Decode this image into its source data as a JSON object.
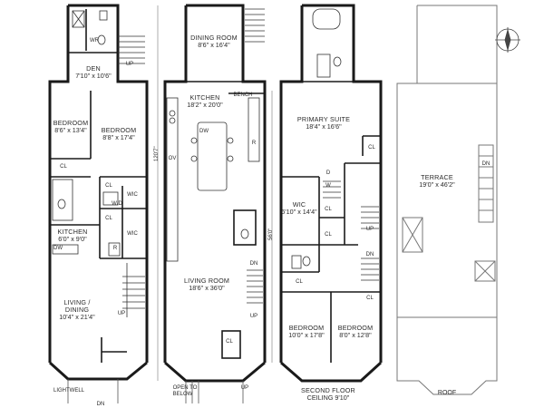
{
  "floors": {
    "garden": {
      "rooms": {
        "den": {
          "name": "DEN",
          "dims": "7'10\" x 10'6\""
        },
        "bedroom_left": {
          "name": "BEDROOM",
          "dims": "8'6\" x 13'4\""
        },
        "bedroom_right": {
          "name": "BEDROOM",
          "dims": "8'8\" x 17'4\""
        },
        "kitchen": {
          "name": "KITCHEN",
          "dims": "6'0\" x 9'0\""
        },
        "living": {
          "name": "LIVING /",
          "name2": "DINING",
          "dims": "10'4\" x 21'4\""
        }
      },
      "tags": {
        "wr": "WR",
        "up": "UP",
        "up2": "UP",
        "cl1": "CL",
        "cl2": "CL",
        "cl3": "CL",
        "wic1": "WIC",
        "wic2": "WIC",
        "wd": "W/D",
        "r": "R",
        "dw": "DW",
        "lightwell": "LIGHTWELL",
        "dn": "DN"
      }
    },
    "parlor": {
      "rooms": {
        "dining": {
          "name": "DINING ROOM",
          "dims": "8'6\" x 16'4\""
        },
        "kitchen": {
          "name": "KITCHEN",
          "dims": "18'2\" x 20'0\""
        },
        "living": {
          "name": "LIVING ROOM",
          "dims": "18'6\" x 36'0\""
        }
      },
      "tags": {
        "bench": "BENCH",
        "dw": "DW",
        "ov": "OV",
        "r": "R",
        "dn": "DN",
        "up": "UP",
        "cl": "CL",
        "up2": "UP",
        "open1": "OPEN TO",
        "open2": "BELOW"
      },
      "dimension": "120'7\""
    },
    "second": {
      "rooms": {
        "primary": {
          "name": "PRIMARY SUITE",
          "dims": "18'4\" x 16'6\""
        },
        "wic": {
          "name": "WIC",
          "dims": "6'10\" x 14'4\""
        },
        "bedroom_left": {
          "name": "BEDROOM",
          "dims": "10'0\" x 17'8\""
        },
        "bedroom_right": {
          "name": "BEDROOM",
          "dims": "8'0\" x 12'8\""
        }
      },
      "tags": {
        "cl1": "CL",
        "cl2": "CL",
        "cl3": "CL",
        "cl4": "CL",
        "cl5": "CL",
        "d": "D",
        "w": "W",
        "up": "UP",
        "dn": "DN"
      },
      "caption": "SECOND FLOOR",
      "caption2": "CEILING 9'10\"",
      "dimension": "56'0\""
    },
    "roof": {
      "rooms": {
        "terrace": {
          "name": "TERRACE",
          "dims": "19'0\" x 46'2\""
        }
      },
      "tags": {
        "dn": "DN"
      },
      "caption": "ROOF"
    }
  }
}
